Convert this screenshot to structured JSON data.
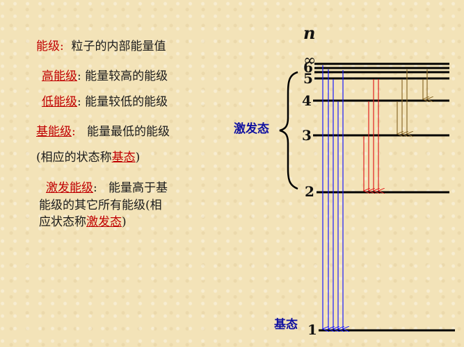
{
  "definitions": [
    {
      "term": "能级",
      "sep": ":",
      "desc": "粒子的内部能量值"
    },
    {
      "term": "高能级",
      "sep": ":",
      "desc": "能量较高的能级"
    },
    {
      "term": "低能级",
      "sep": ":",
      "desc": "能量较低的能级"
    },
    {
      "term": "基能级",
      "sep": ":",
      "desc": "能量最低的能级"
    }
  ],
  "ground_note": {
    "open": "(相应的状态称",
    "term": "基态",
    "close": ")"
  },
  "excited": {
    "term": "激发能级",
    "sep": ":",
    "line1": "能量高于基",
    "line2": "能级的其它所有能级(相",
    "line3_pre": "应状态称",
    "line3_term": "激发态",
    "line3_post": ")"
  },
  "diagram": {
    "n_label": "n",
    "infinity_label": "∞",
    "excited_state_label": "激发态",
    "ground_state_label": "基态",
    "levels": [
      "6",
      "5",
      "4",
      "3",
      "2",
      "1"
    ]
  }
}
